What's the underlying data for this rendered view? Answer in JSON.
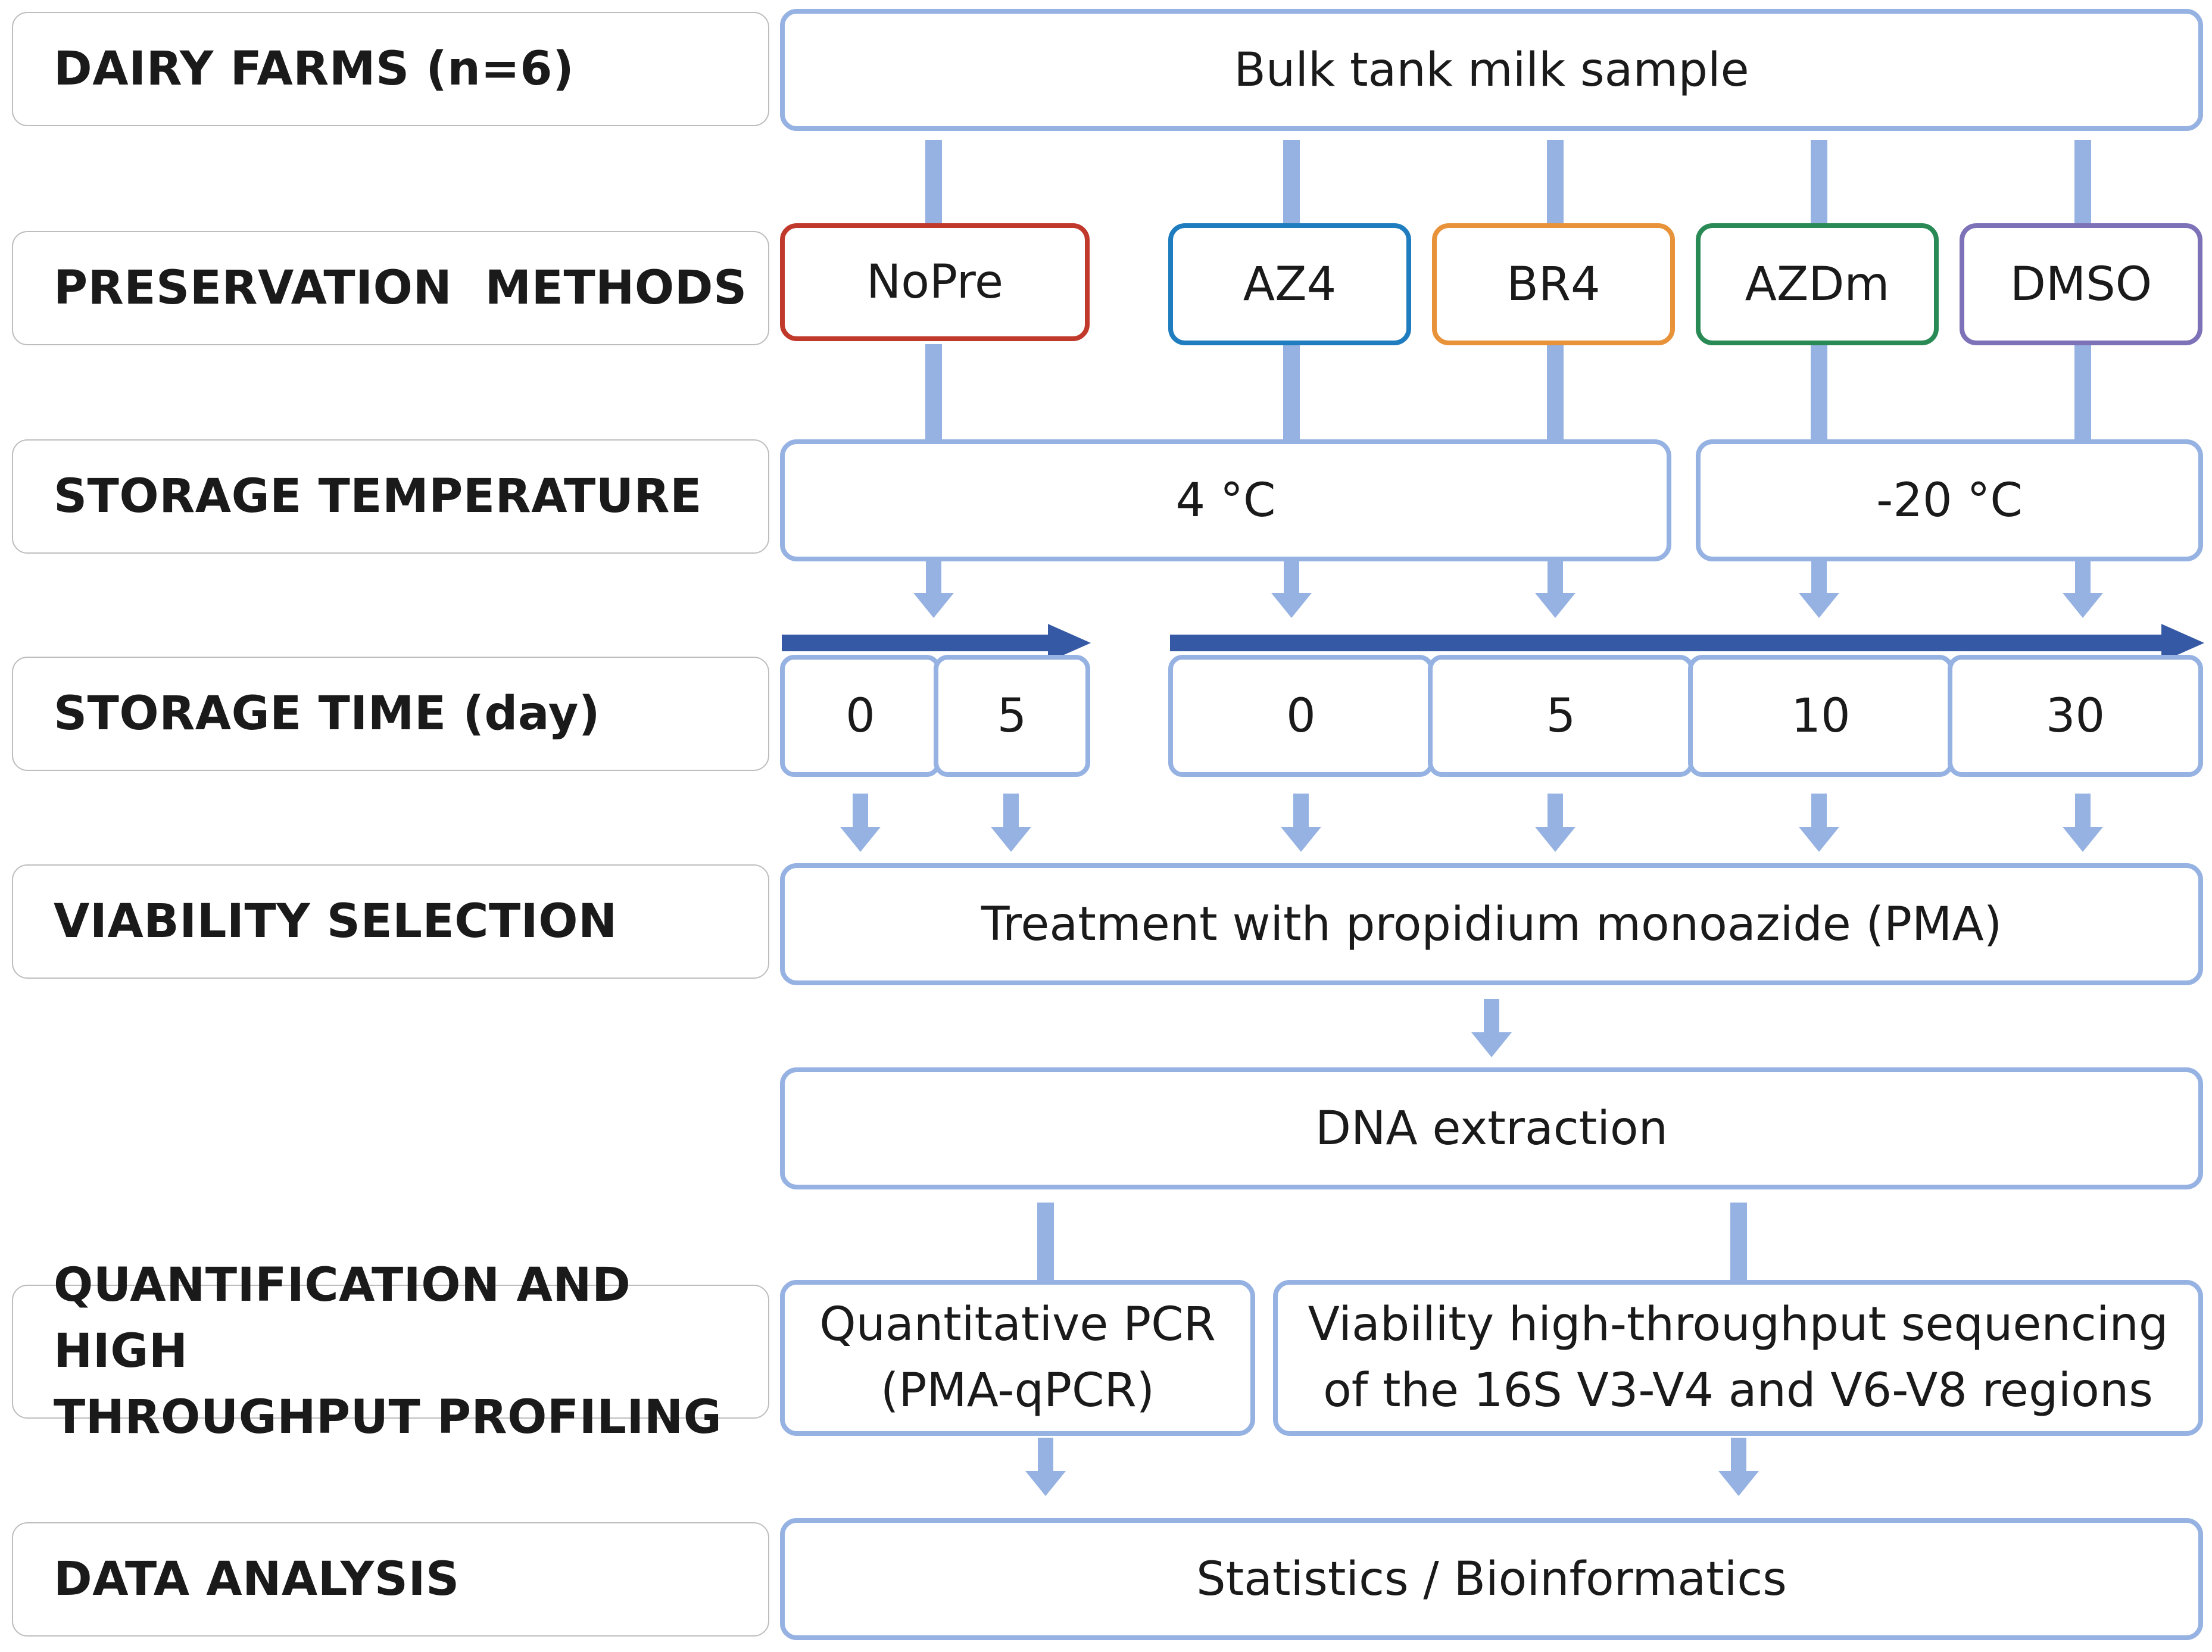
{
  "rows": {
    "dairy_farms": "DAIRY FARMS (n=6)",
    "preservation_methods": "PRESERVATION  METHODS",
    "storage_temperature": "STORAGE TEMPERATURE",
    "storage_time": "STORAGE TIME (day)",
    "viability_selection": "VIABILITY SELECTION",
    "quantification": [
      "QUANTIFICATION AND HIGH",
      "THROUGHPUT PROFILING"
    ],
    "data_analysis": "DATA ANALYSIS"
  },
  "sample": "Bulk tank milk sample",
  "methods": [
    {
      "label": "NoPre",
      "color": "#c0392b"
    },
    {
      "label": "AZ4",
      "color": "#1f7dbf"
    },
    {
      "label": "BR4",
      "color": "#e8923a"
    },
    {
      "label": "AZDm",
      "color": "#2a8a56"
    },
    {
      "label": "DMSO",
      "color": "#7d72b8"
    }
  ],
  "temperatures": [
    "4 °C",
    "-20 °C"
  ],
  "time_nopre": [
    "0",
    "5"
  ],
  "time_others": [
    "0",
    "5",
    "10",
    "30"
  ],
  "treatment": "Treatment with propidium monoazide (PMA)",
  "dna": "DNA extraction",
  "qpcr": [
    "Quantitative PCR",
    "(PMA-qPCR)"
  ],
  "sequencing": [
    "Viability high-throughput sequencing",
    "of the 16S V3-V4 and V6-V8 regions"
  ],
  "analysis": "Statistics / Bioinformatics",
  "colors": {
    "connector": "#95b2e2",
    "timeline_arrow": "#3559a5"
  }
}
